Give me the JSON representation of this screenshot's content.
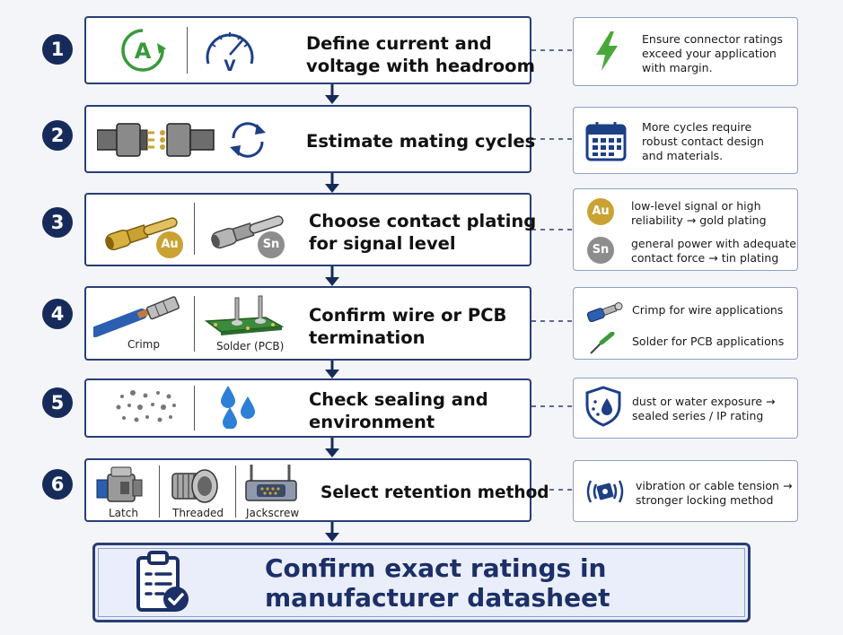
{
  "steps": [
    {
      "number": "1",
      "title_line1": "Define current and",
      "title_line2": "voltage with headroom",
      "icons": [
        "ammeter-icon",
        "voltmeter-gauge-icon"
      ],
      "gauge_letter": "V",
      "amp_letter": "A",
      "note": {
        "line1": "Ensure connector ratings",
        "line2": "exceed your application",
        "line3": "with margin.",
        "icon": "lightning-icon"
      }
    },
    {
      "number": "2",
      "title_line1": "Estimate mating cycles",
      "icons": [
        "connector-pair-icon",
        "cycle-arrows-icon"
      ],
      "note": {
        "line1": "More cycles require",
        "line2": "robust contact design",
        "line3": "and materials.",
        "icon": "calendar-icon"
      }
    },
    {
      "number": "3",
      "title_line1": "Choose contact plating",
      "title_line2": "for signal level",
      "icons": [
        "gold-contact-icon",
        "tin-contact-icon"
      ],
      "au_badge": "Au",
      "sn_badge": "Sn",
      "note": {
        "au_label": "Au",
        "au_line1": "low-level signal or high",
        "au_line2": "reliability",
        "au_line2b": "gold plating",
        "sn_label": "Sn",
        "sn_line1": "general power with adequate",
        "sn_line2": "contact force",
        "sn_line2b": "tin plating",
        "arrow": "→"
      }
    },
    {
      "number": "4",
      "title_line1": "Confirm wire or PCB",
      "title_line2": "termination",
      "icons": [
        "crimp-wire-icon",
        "pcb-solder-icon"
      ],
      "caption_left": "Crimp",
      "caption_right": "Solder (PCB)",
      "note": {
        "line1": "Crimp for wire applications",
        "line2": "Solder for PCB applications",
        "icons": [
          "crimp-terminal-icon",
          "soldering-iron-icon"
        ]
      }
    },
    {
      "number": "5",
      "title_line1": "Check sealing and",
      "title_line2": "environment",
      "icons": [
        "dust-particles-icon",
        "water-drops-icon"
      ],
      "note": {
        "line1": "dust or water exposure",
        "arrow": "→",
        "line2": "sealed series / IP rating",
        "icon": "shield-drop-icon"
      }
    },
    {
      "number": "6",
      "title_line1": "Select retention method",
      "icons": [
        "latch-connector-icon",
        "threaded-connector-icon",
        "jackscrew-connector-icon"
      ],
      "captions": [
        "Latch",
        "Threaded",
        "Jackscrew"
      ],
      "note": {
        "line1": "vibration or cable tension",
        "arrow": "→",
        "line2": "stronger locking method",
        "icon": "vibration-icon"
      }
    }
  ],
  "final": {
    "line1": "Confirm exact ratings in",
    "line2": "manufacturer datasheet",
    "icon": "clipboard-check-icon"
  },
  "colors": {
    "navy": "#172b5b",
    "border": "#293e75",
    "gold": "#c9a233",
    "tin": "#8d8d8d",
    "blue": "#2b5fb0",
    "green": "#3a9a3a"
  }
}
